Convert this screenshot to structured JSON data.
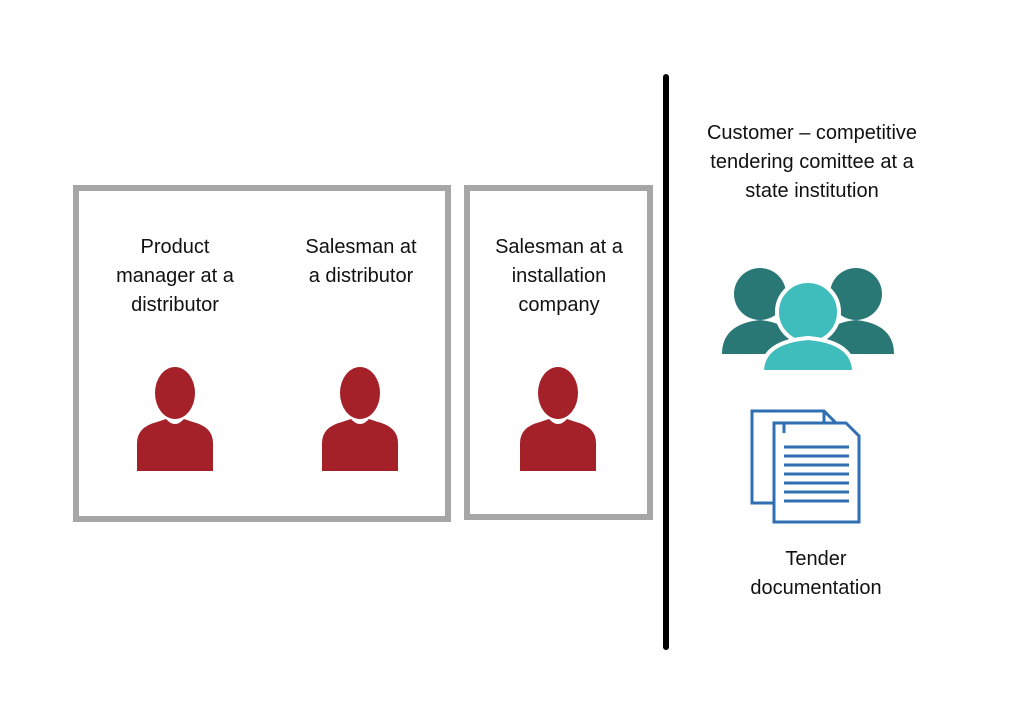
{
  "groups": {
    "distributor": {
      "product_manager": "Product\nmanager at a\ndistributor",
      "salesman": "Salesman at\na distributor"
    },
    "installation": {
      "salesman": "Salesman at a\ninstallation\ncompany"
    }
  },
  "customer": {
    "label": "Customer – competitive\ntendering comittee at a\nstate institution",
    "document_label": "Tender\ndocumentation"
  },
  "colors": {
    "person": "#a52129",
    "group_dark": "#2a7876",
    "group_light": "#3fbcbc",
    "document": "#2f6fb2",
    "box_border": "#a6a6a6"
  },
  "icons": {
    "person": "person-icon",
    "group": "group-icon",
    "documents": "documents-icon"
  }
}
